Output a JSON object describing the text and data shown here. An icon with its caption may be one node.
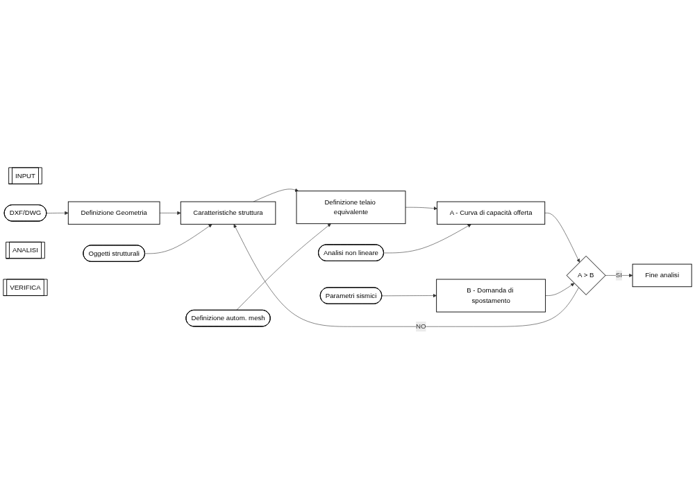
{
  "diagram": {
    "nodes": [
      {
        "text": [
          "INPUT"
        ]
      },
      {
        "text": [
          "DXF/DWG"
        ]
      },
      {
        "text": [
          "Definizione Geometria"
        ]
      },
      {
        "text": [
          "Oggetti strutturali"
        ]
      },
      {
        "text": [
          "Caratteristiche struttura"
        ]
      },
      {
        "text": [
          "ANALISI"
        ]
      },
      {
        "text": [
          "Definizione autom. mesh"
        ]
      },
      {
        "text": [
          "Definizione telaio equivalente"
        ]
      },
      {
        "text": [
          "Analisi non lineare"
        ]
      },
      {
        "text": [
          "A - Curva di capacità offerta"
        ]
      },
      {
        "text": [
          "A > B"
        ]
      },
      {
        "text": [
          "VERIFICA"
        ]
      },
      {
        "text": [
          "Parametri sismici"
        ]
      },
      {
        "text": [
          "B - Domanda di spostamento"
        ]
      },
      {
        "text": [
          "Fine analisi"
        ]
      }
    ],
    "edges": [
      {
        "from": 1,
        "to": 2,
        "arrow": "to"
      },
      {
        "from": 2,
        "to": 4,
        "arrow": "to"
      },
      {
        "from": 3,
        "to": 4,
        "arrow": "to"
      },
      {
        "from": 4,
        "to": 7,
        "arrow": "to"
      },
      {
        "from": 6,
        "to": 7,
        "arrow": "to"
      },
      {
        "from": 7,
        "to": 9,
        "arrow": "to"
      },
      {
        "from": 8,
        "to": 9,
        "arrow": "to"
      },
      {
        "from": 12,
        "to": 13,
        "arrow": "to"
      },
      {
        "from": 9,
        "to": 10,
        "arrow": "to"
      },
      {
        "from": 13,
        "to": 10,
        "arrow": "to"
      },
      {
        "from": 10,
        "to": 4,
        "arrow": "to",
        "label": "NO"
      },
      {
        "from": 10,
        "to": 14,
        "arrow": "to",
        "label": "SI"
      }
    ]
  }
}
